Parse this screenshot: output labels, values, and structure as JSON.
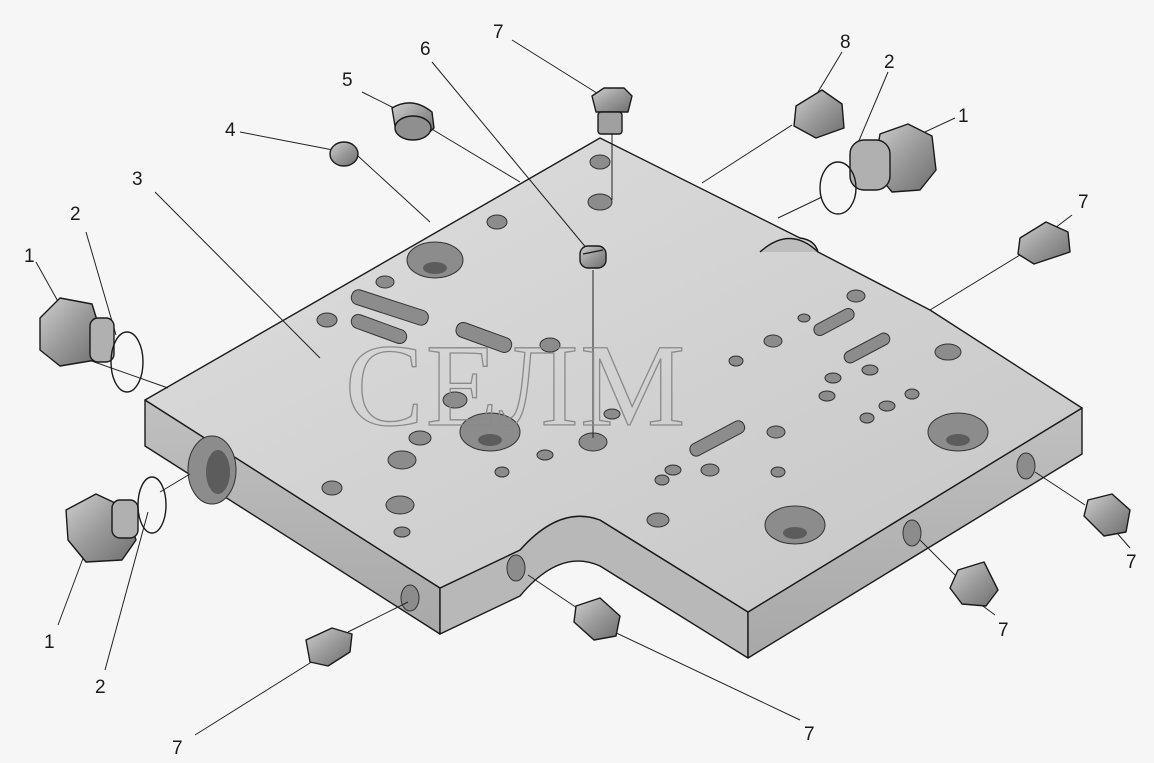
{
  "watermark": "СЕЛМ",
  "callouts": {
    "c1_left": "1",
    "c2_left": "2",
    "c3": "3",
    "c4": "4",
    "c5": "5",
    "c6": "6",
    "c7_top": "7",
    "c8": "8",
    "c2_right": "2",
    "c1_right": "1",
    "c7_right_top": "7",
    "c7_right": "7",
    "c7_right_mid": "7",
    "c7_bottom_mid": "7",
    "c7_bottom_left": "7",
    "c1_bottom": "1",
    "c2_bottom": "2"
  },
  "colors": {
    "plate_top": "#d2d2d2",
    "plate_front": "#b4b4b4",
    "plate_side": "#c2c2c2",
    "part_metal": "#9a9a9a"
  }
}
